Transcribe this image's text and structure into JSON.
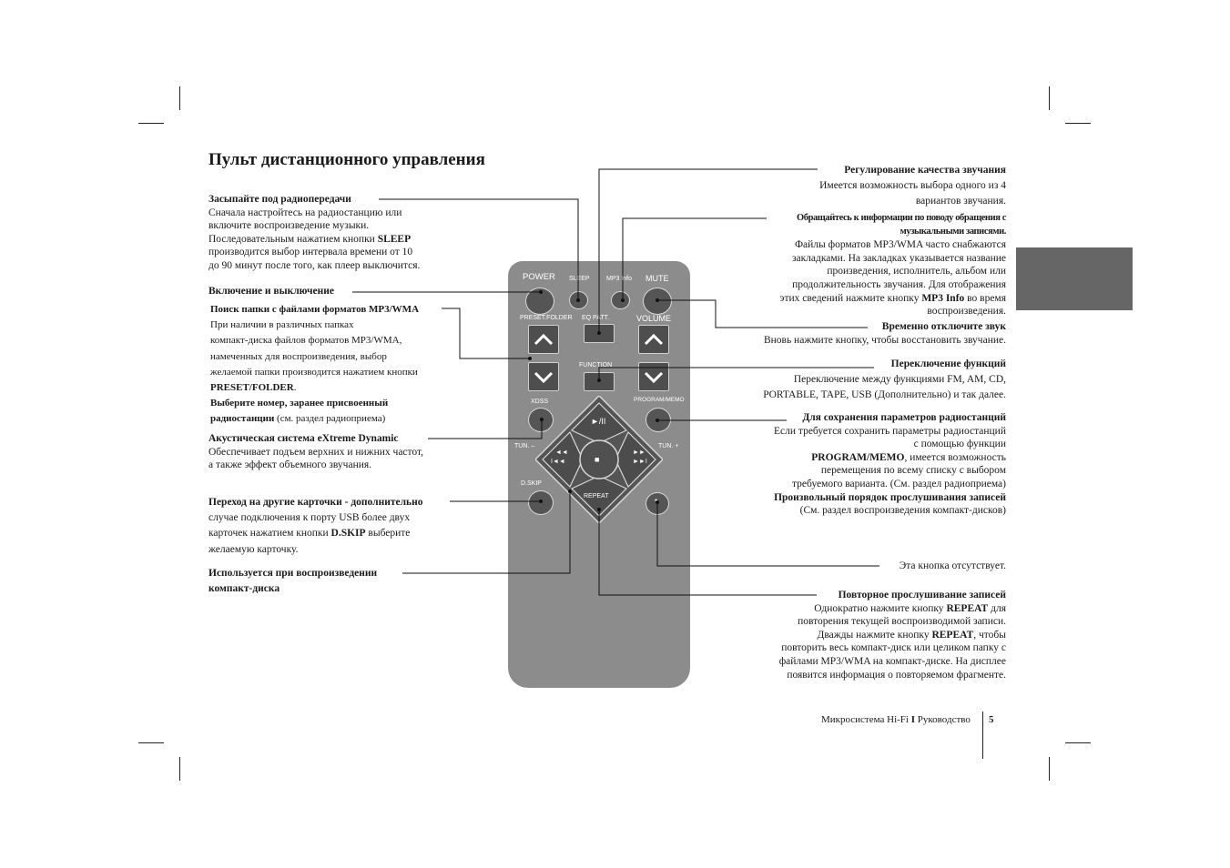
{
  "page": {
    "title": "Пульт дистанционного управления",
    "footer_text": "Микросистема Hi-Fi",
    "footer_sep": "I",
    "footer_text2": "Руководство",
    "page_number": "5"
  },
  "left": {
    "sleep_h": "Засыпайте под радиопередачи",
    "sleep_1": "Сначала настройтесь на радиостанцию или",
    "sleep_2": "включите воспроизведение музыки.",
    "sleep_3a": "Последовательным нажатием кнопки ",
    "sleep_3b": "SLEEP",
    "sleep_4": "производится выбор интервала времени от 10",
    "sleep_5": "до 90 минут после того, как плеер выключится.",
    "power_h": "Включение и выключение",
    "folder_h": "Поиск папки с файлами форматов MP3/WMA",
    "folder_1": "При наличии в различных папках",
    "folder_2": "компакт-диска файлов форматов MP3/WMA,",
    "folder_3": "намеченных для воспроизведения, выбор",
    "folder_4": "желаемой папки производится нажатием кнопки",
    "folder_5a": "PRESET/FOLDER",
    "folder_5b": ".",
    "folder_6": "Выберите номер, заранее присвоенный",
    "folder_7a": "радиостанции",
    "folder_7b": " (см. раздел радиоприема)",
    "xdss_h": "Акустическая система eXtreme Dynamic",
    "xdss_1": "Обеспечивает подъем верхних и нижних частот,",
    "xdss_2": "а также эффект объемного звучания.",
    "dskip_h": "Переход на другие карточки - дополнительно",
    "dskip_1": "случае подключения к порту USB более двух",
    "dskip_2a": "карточек нажатием кнопки ",
    "dskip_2b": "D.SKIP",
    "dskip_2c": " выберите",
    "dskip_3": "желаемую карточку.",
    "cd_h1": "Используется при воспроизведении",
    "cd_h2": "компакт-диска"
  },
  "right": {
    "eq_h": "Регулирование качества звучания",
    "eq_1": "Имеется возможность выбора одного из 4",
    "eq_2": "вариантов звучания.",
    "info_h1": "Обращайтесь к информации по поводу обращения с",
    "info_h2": "музыкальными записями.",
    "info_1": "Файлы форматов MP3/WMA часто снабжаются",
    "info_2": "закладками. На закладках указывается название",
    "info_3": "произведения, исполнитель, альбом или",
    "info_4": "продолжительность звучания. Для отображения",
    "info_5a": "этих сведений нажмите кнопку ",
    "info_5b": "MP3 Info",
    "info_5c": " во время",
    "info_6": "воспроизведения.",
    "mute_h": "Временно отключите звук",
    "mute_1": "Вновь нажмите кнопку, чтобы восстановить звучание.",
    "func_h": "Переключение функций",
    "func_1": "Переключение между функциями FM, AM, CD,",
    "func_2": "PORTABLE, TAPE, USB (Дополнительно) и так далее.",
    "prog_h": "Для сохранения параметров радиостанций",
    "prog_1": "Если требуется сохранить параметры радиостанций",
    "prog_2": "с помощью функции",
    "prog_3a": "PROGRAM/MEMO",
    "prog_3b": ", имеется возможность",
    "prog_4": "перемещения по всему списку с выбором",
    "prog_5": "требуемого варианта. (См. раздел радиоприема)",
    "prog_6": "Произвольный порядок прослушивания записей",
    "prog_7": "(См. раздел воспроизведения компакт-дисков)",
    "absent": "Эта кнопка отсутствует.",
    "rep_h": "Повторное прослушивание записей",
    "rep_1a": "Однократно нажмите кнопку ",
    "rep_1b": "REPEAT",
    "rep_1c": " для",
    "rep_2": "повторения текущей воспроизводимой записи.",
    "rep_3a": "Дважды нажмите кнопку ",
    "rep_3b": "REPEAT",
    "rep_3c": ", чтобы",
    "rep_4": "повторить весь компакт-диск или целиком папку с",
    "rep_5": "файлами MP3/WMA на компакт-диске. На дисплее",
    "rep_6": "появится информация о повторяемом фрагменте."
  },
  "remote": {
    "power": "POWER",
    "sleep": "SLEEP",
    "mp3info": "MP3 Info",
    "mute": "MUTE",
    "preset_folder": "PRESET.FOLDER",
    "eq_patt": "EQ PATT.",
    "volume": "VOLUME",
    "function": "FUNCTION",
    "xdss": "XDSS",
    "program_memo": "PROGRAM/MEMO",
    "tun_minus": "TUN. –",
    "tun_plus": "TUN. +",
    "dskip": "D.SKIP",
    "repeat": "REPEAT",
    "dot": "•",
    "play_pause": "►/II",
    "stop": "■",
    "rew": "◄◄",
    "prev": "I◄◄",
    "ff": "►►",
    "next": "►►I"
  }
}
